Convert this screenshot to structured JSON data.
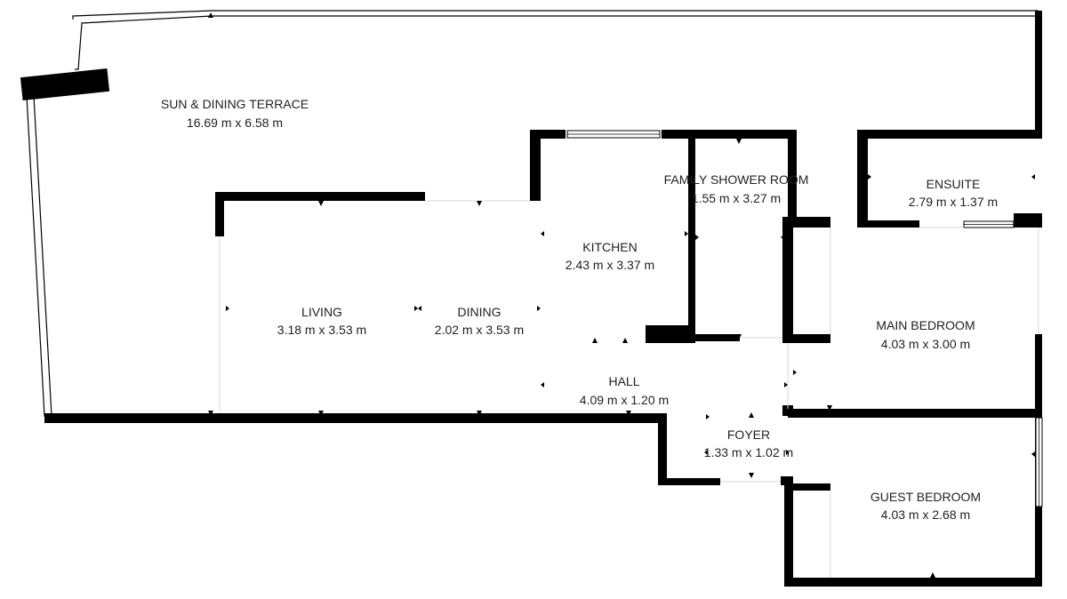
{
  "floor_plan": {
    "rooms": [
      {
        "id": "terrace",
        "name": "SUN & DINING TERRACE",
        "dimensions": "16.69 m x 6.58 m"
      },
      {
        "id": "living",
        "name": "LIVING",
        "dimensions": "3.18 m x 3.53 m"
      },
      {
        "id": "dining",
        "name": "DINING",
        "dimensions": "2.02 m x 3.53 m"
      },
      {
        "id": "kitchen",
        "name": "KITCHEN",
        "dimensions": "2.43 m x 3.37 m"
      },
      {
        "id": "shower",
        "name": "FAMILY SHOWER ROOM",
        "dimensions": "1.55 m x 3.27 m"
      },
      {
        "id": "ensuite",
        "name": "ENSUITE",
        "dimensions": "2.79 m x 1.37 m"
      },
      {
        "id": "main-bedroom",
        "name": "MAIN BEDROOM",
        "dimensions": "4.03 m x 3.00 m"
      },
      {
        "id": "hall",
        "name": "HALL",
        "dimensions": "4.09 m x 1.20 m"
      },
      {
        "id": "foyer",
        "name": "FOYER",
        "dimensions": "1.33 m x 1.02 m"
      },
      {
        "id": "guest-bedroom",
        "name": "GUEST BEDROOM",
        "dimensions": "4.03 m x 2.68 m"
      }
    ]
  }
}
